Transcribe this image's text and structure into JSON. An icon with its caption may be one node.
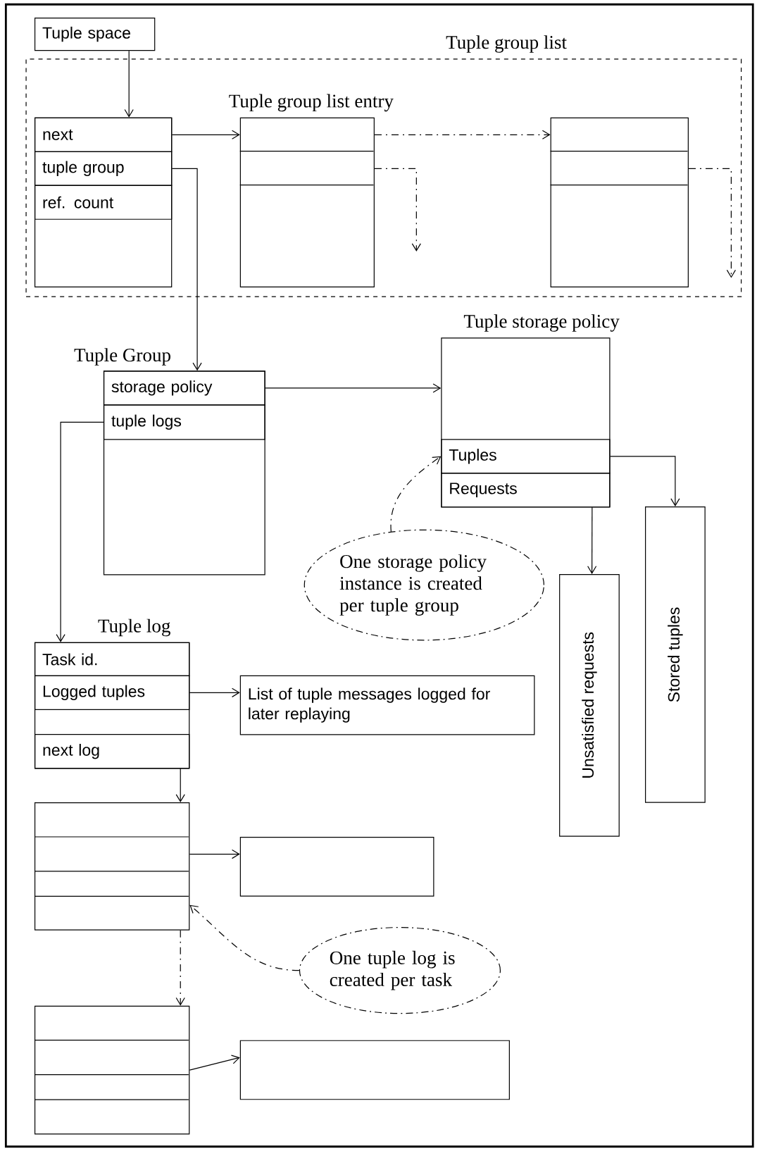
{
  "diagram": {
    "nodes": [
      {
        "text": [
          "Tuple group list"
        ]
      },
      {
        "text": [
          "Tuple space"
        ]
      },
      {
        "text": [],
        "shape": "box",
        "in": 0
      },
      {
        "text": [
          "next"
        ],
        "in": 2
      },
      {
        "text": [
          "tuple group"
        ],
        "in": 2
      },
      {
        "text": [
          "ref. count"
        ],
        "in": 2
      },
      {
        "text": [
          "Tuple group list entry"
        ],
        "in": 0
      },
      {
        "text": [],
        "shape": "box",
        "in": 0
      },
      {
        "text": [
          "Tuple Group"
        ]
      },
      {
        "text": [
          "storage policy"
        ],
        "in": 8
      },
      {
        "text": [
          "tuple logs"
        ],
        "in": 8
      },
      {
        "text": [
          "Tuple storage policy"
        ]
      },
      {
        "text": [
          "Tuples"
        ],
        "in": 11
      },
      {
        "text": [
          "Requests"
        ],
        "in": 11
      },
      {
        "text": [
          "Stored tuples"
        ]
      },
      {
        "text": [
          "Unsatisfied requests"
        ]
      },
      {
        "text": [
          "One storage policy instance is created per tuple group"
        ]
      },
      {
        "text": [
          "Tuple log"
        ]
      },
      {
        "text": [
          "Task id."
        ],
        "in": 17
      },
      {
        "text": [
          "Logged tuples"
        ],
        "in": 17
      },
      {
        "text": [
          "next log"
        ],
        "in": 17
      },
      {
        "text": [
          "List of tuple messages logged for later replaying"
        ]
      },
      {
        "text": [],
        "shape": "box"
      },
      {
        "text": [],
        "shape": "box"
      },
      {
        "text": [
          "One tuple log is created per task"
        ]
      },
      {
        "text": [],
        "shape": "box"
      },
      {
        "text": [],
        "shape": "box"
      }
    ],
    "edges": [
      {
        "from": 1,
        "to": 3,
        "arrow": "to"
      },
      {
        "from": 3,
        "to": 6,
        "arrow": "to"
      },
      {
        "from": 6,
        "to": 7,
        "arrow": "to",
        "style": "dashed"
      },
      {
        "from": 6,
        "to": null,
        "arrow": "to",
        "style": "dashed"
      },
      {
        "from": 7,
        "to": null,
        "arrow": "to",
        "style": "dashed"
      },
      {
        "from": 4,
        "to": 8,
        "arrow": "to"
      },
      {
        "from": 9,
        "to": 11,
        "arrow": "to"
      },
      {
        "from": 10,
        "to": 17,
        "arrow": "to"
      },
      {
        "from": 12,
        "to": 14,
        "arrow": "to"
      },
      {
        "from": 13,
        "to": 15,
        "arrow": "to"
      },
      {
        "from": 16,
        "to": 12,
        "arrow": "to",
        "style": "dashed"
      },
      {
        "from": 19,
        "to": 21,
        "arrow": "to"
      },
      {
        "from": 20,
        "to": 22,
        "arrow": "to"
      },
      {
        "from": 22,
        "to": 23,
        "arrow": "to"
      },
      {
        "from": 22,
        "to": 25,
        "arrow": "to",
        "style": "dashed"
      },
      {
        "from": 24,
        "to": 22,
        "arrow": "to",
        "style": "dashed"
      },
      {
        "from": 25,
        "to": 26,
        "arrow": "to"
      }
    ]
  }
}
